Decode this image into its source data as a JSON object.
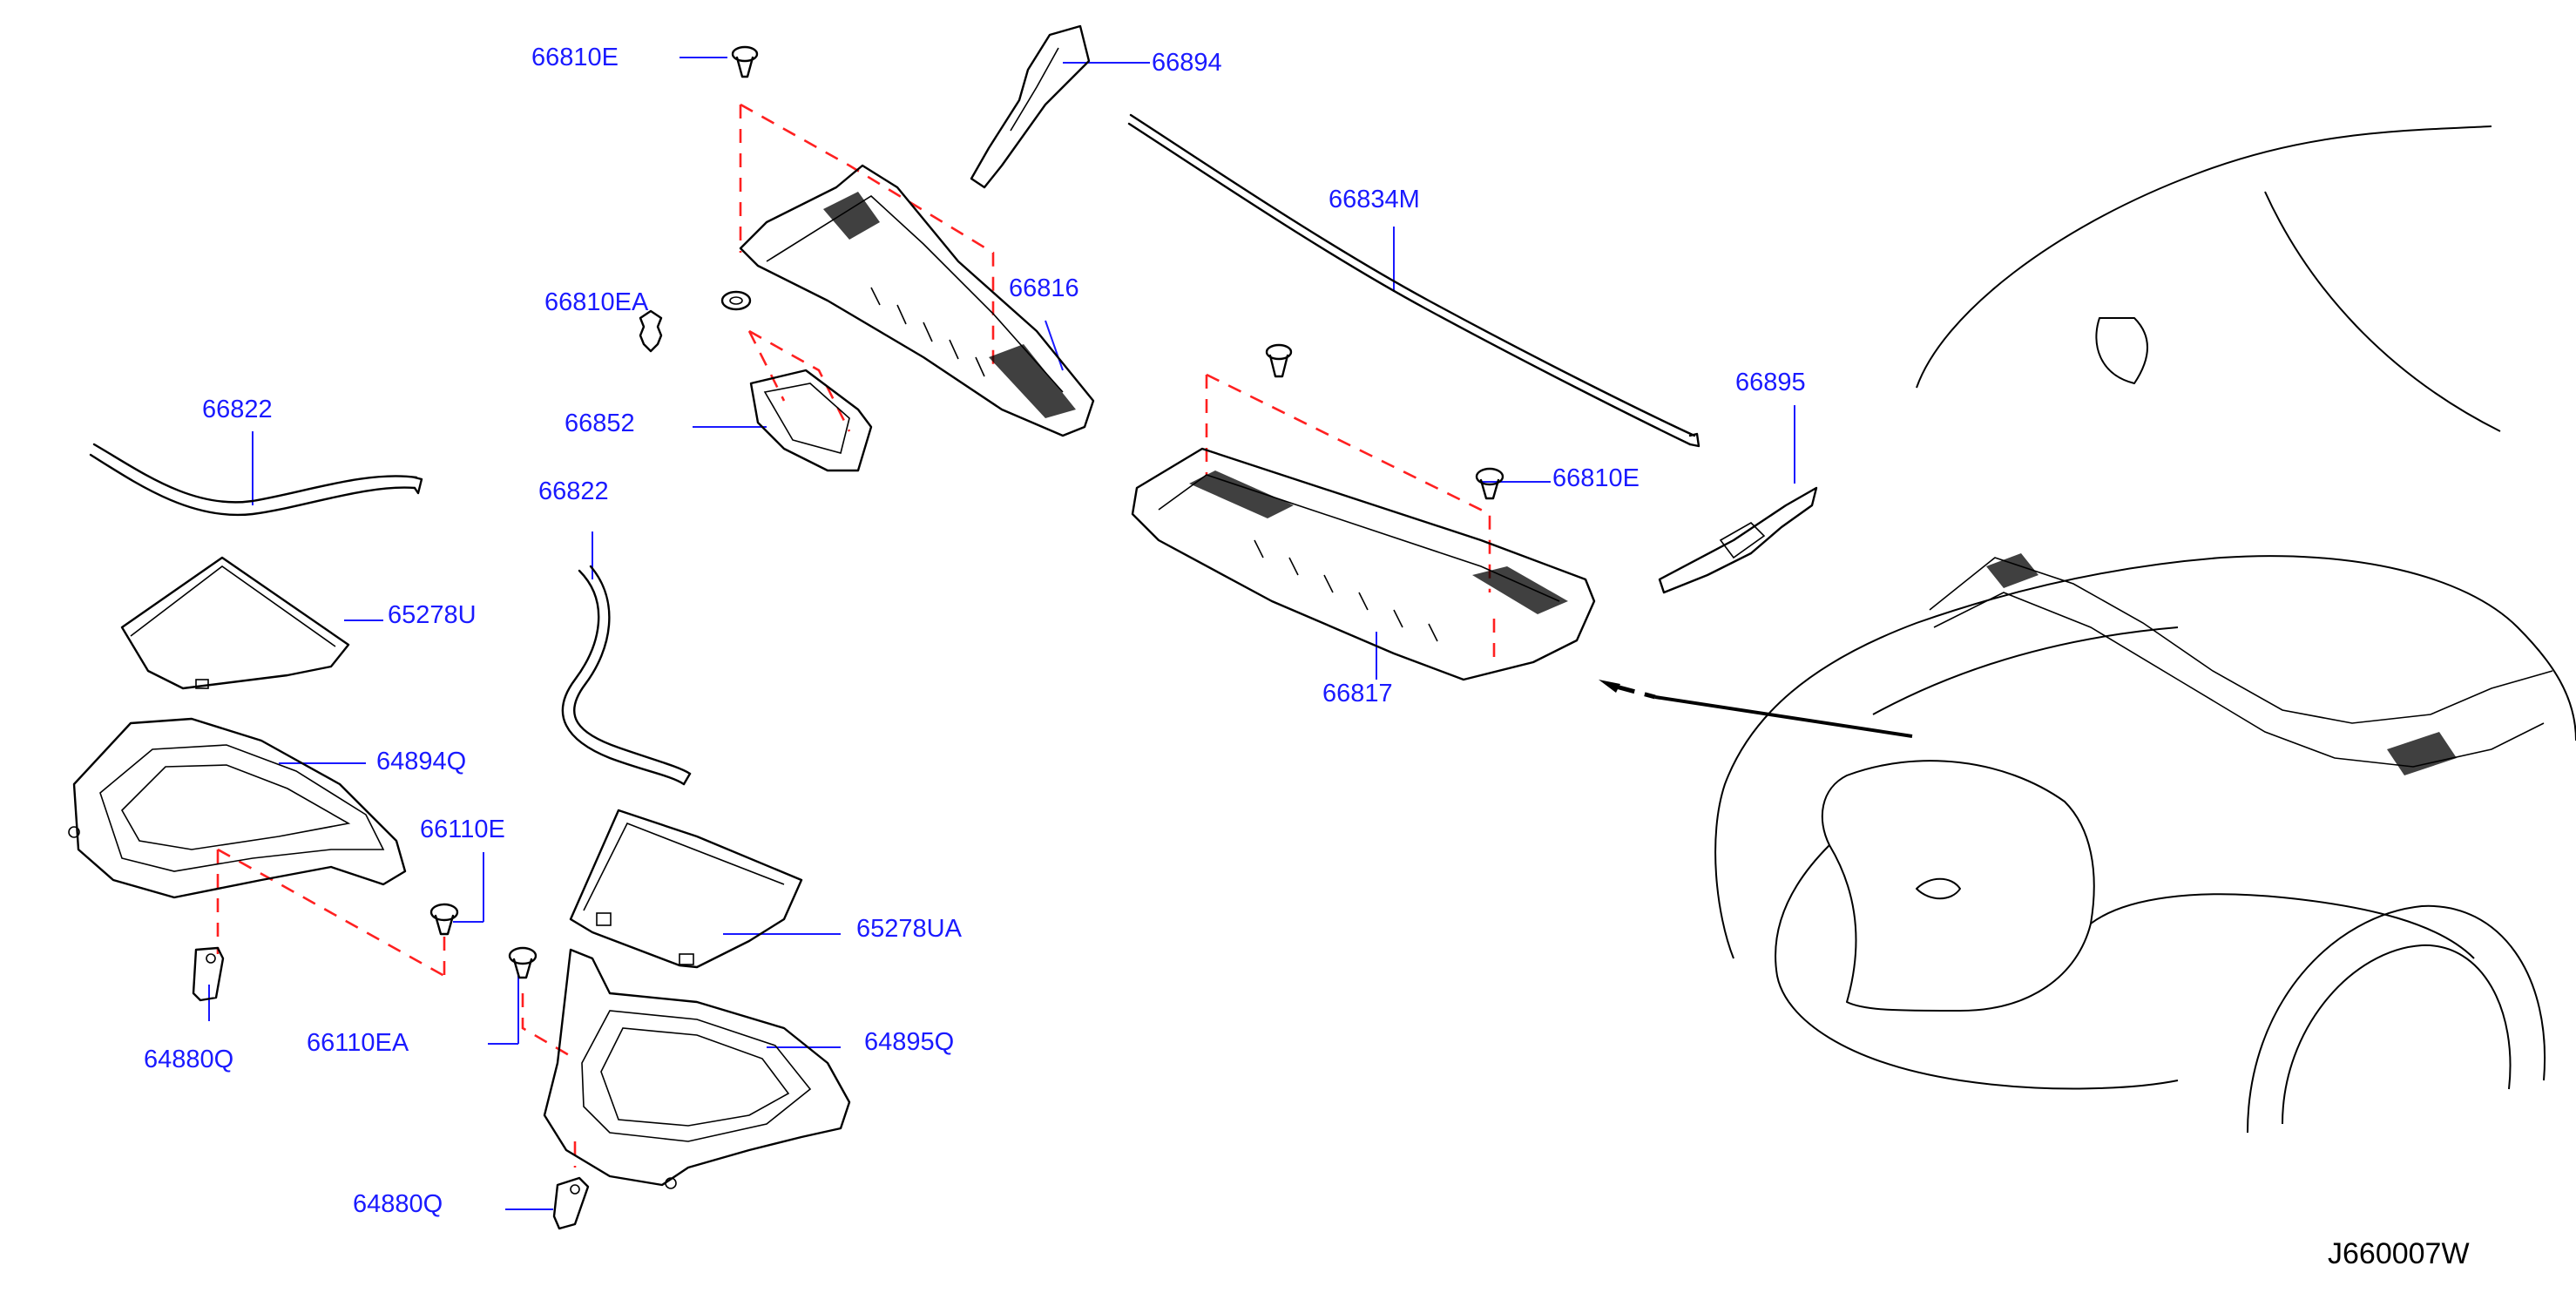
{
  "diagram_id": "J660007W",
  "callouts": {
    "p66810E_top": "66810E",
    "p66894": "66894",
    "p66834M": "66834M",
    "p66810EA": "66810EA",
    "p66816": "66816",
    "p66822_left": "66822",
    "p66852": "66852",
    "p66822_mid": "66822",
    "p66895": "66895",
    "p66810E_right": "66810E",
    "p65278U": "65278U",
    "p66817": "66817",
    "p64894Q": "64894Q",
    "p66110E": "66110E",
    "p65278UA": "65278UA",
    "p66110EA": "66110EA",
    "p64895Q": "64895Q",
    "p64880Q_left": "64880Q",
    "p64880Q_bottom": "64880Q"
  },
  "colors": {
    "callout_text": "#1a1aff",
    "leader_line": "#1a1aff",
    "dashed_guide": "#ff2020",
    "part_outline": "#000000"
  }
}
